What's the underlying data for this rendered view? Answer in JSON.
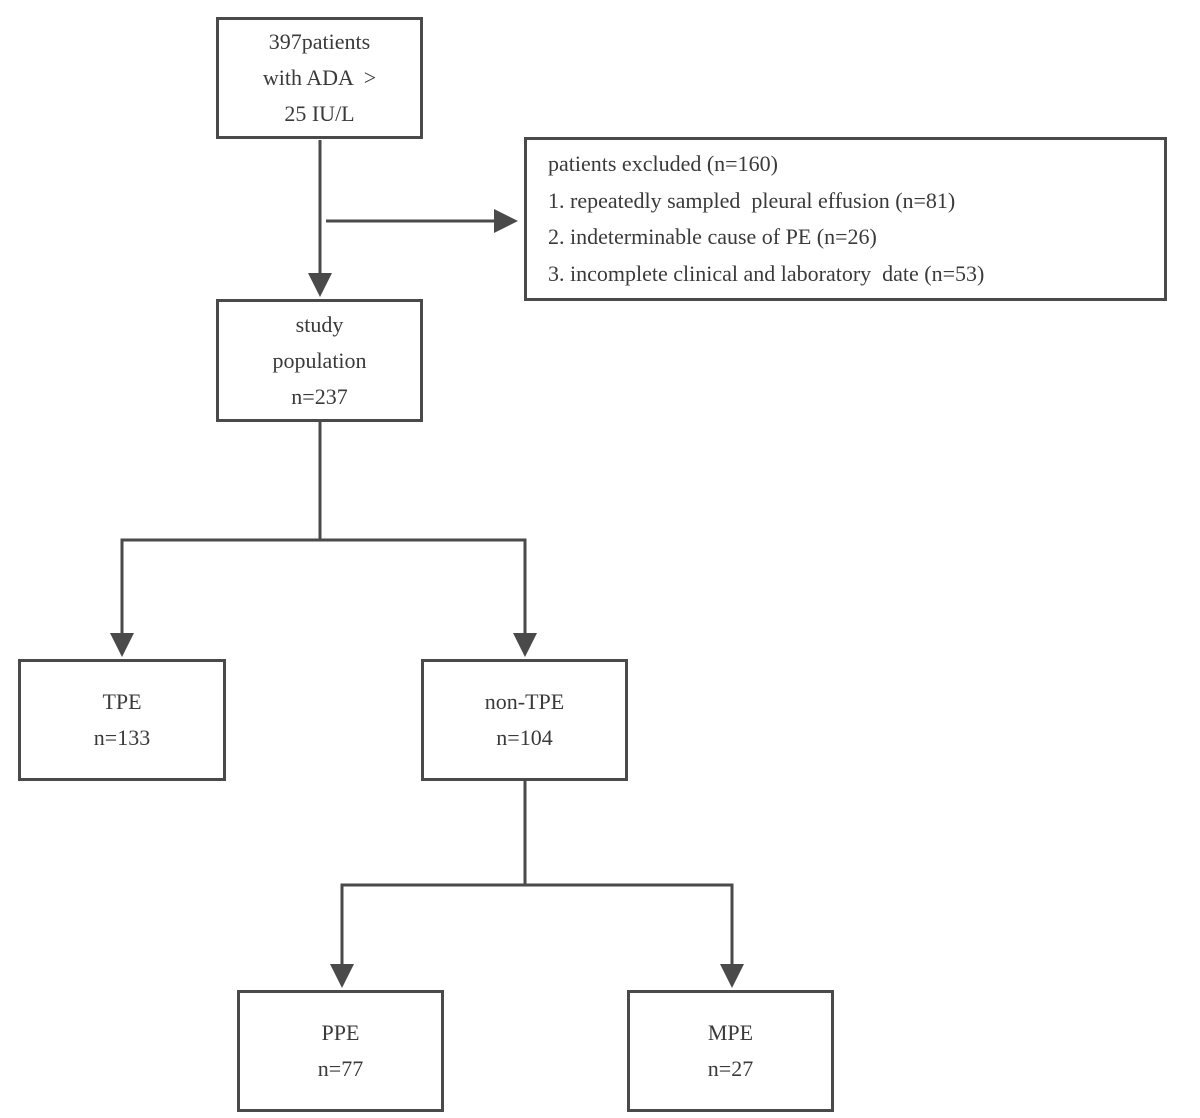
{
  "nodes": {
    "start": {
      "lines": [
        "397patients",
        "with ADA  >",
        "25 IU/L"
      ]
    },
    "excluded": {
      "lines": [
        "patients excluded (n=160)",
        "1. repeatedly sampled  pleural effusion (n=81)",
        "2. indeterminable cause of PE (n=26)",
        "3. incomplete clinical and laboratory  date (n=53)"
      ]
    },
    "study": {
      "lines": [
        "study",
        "population",
        "n=237"
      ]
    },
    "tpe": {
      "lines": [
        "TPE",
        "n=133"
      ]
    },
    "non_tpe": {
      "lines": [
        "non-TPE",
        "n=104"
      ]
    },
    "ppe": {
      "lines": [
        "PPE",
        "n=77"
      ]
    },
    "mpe": {
      "lines": [
        "MPE",
        "n=27"
      ]
    }
  },
  "colors": {
    "stroke": "#4a4a4a",
    "text": "#3a3a3a",
    "background": "#ffffff"
  }
}
